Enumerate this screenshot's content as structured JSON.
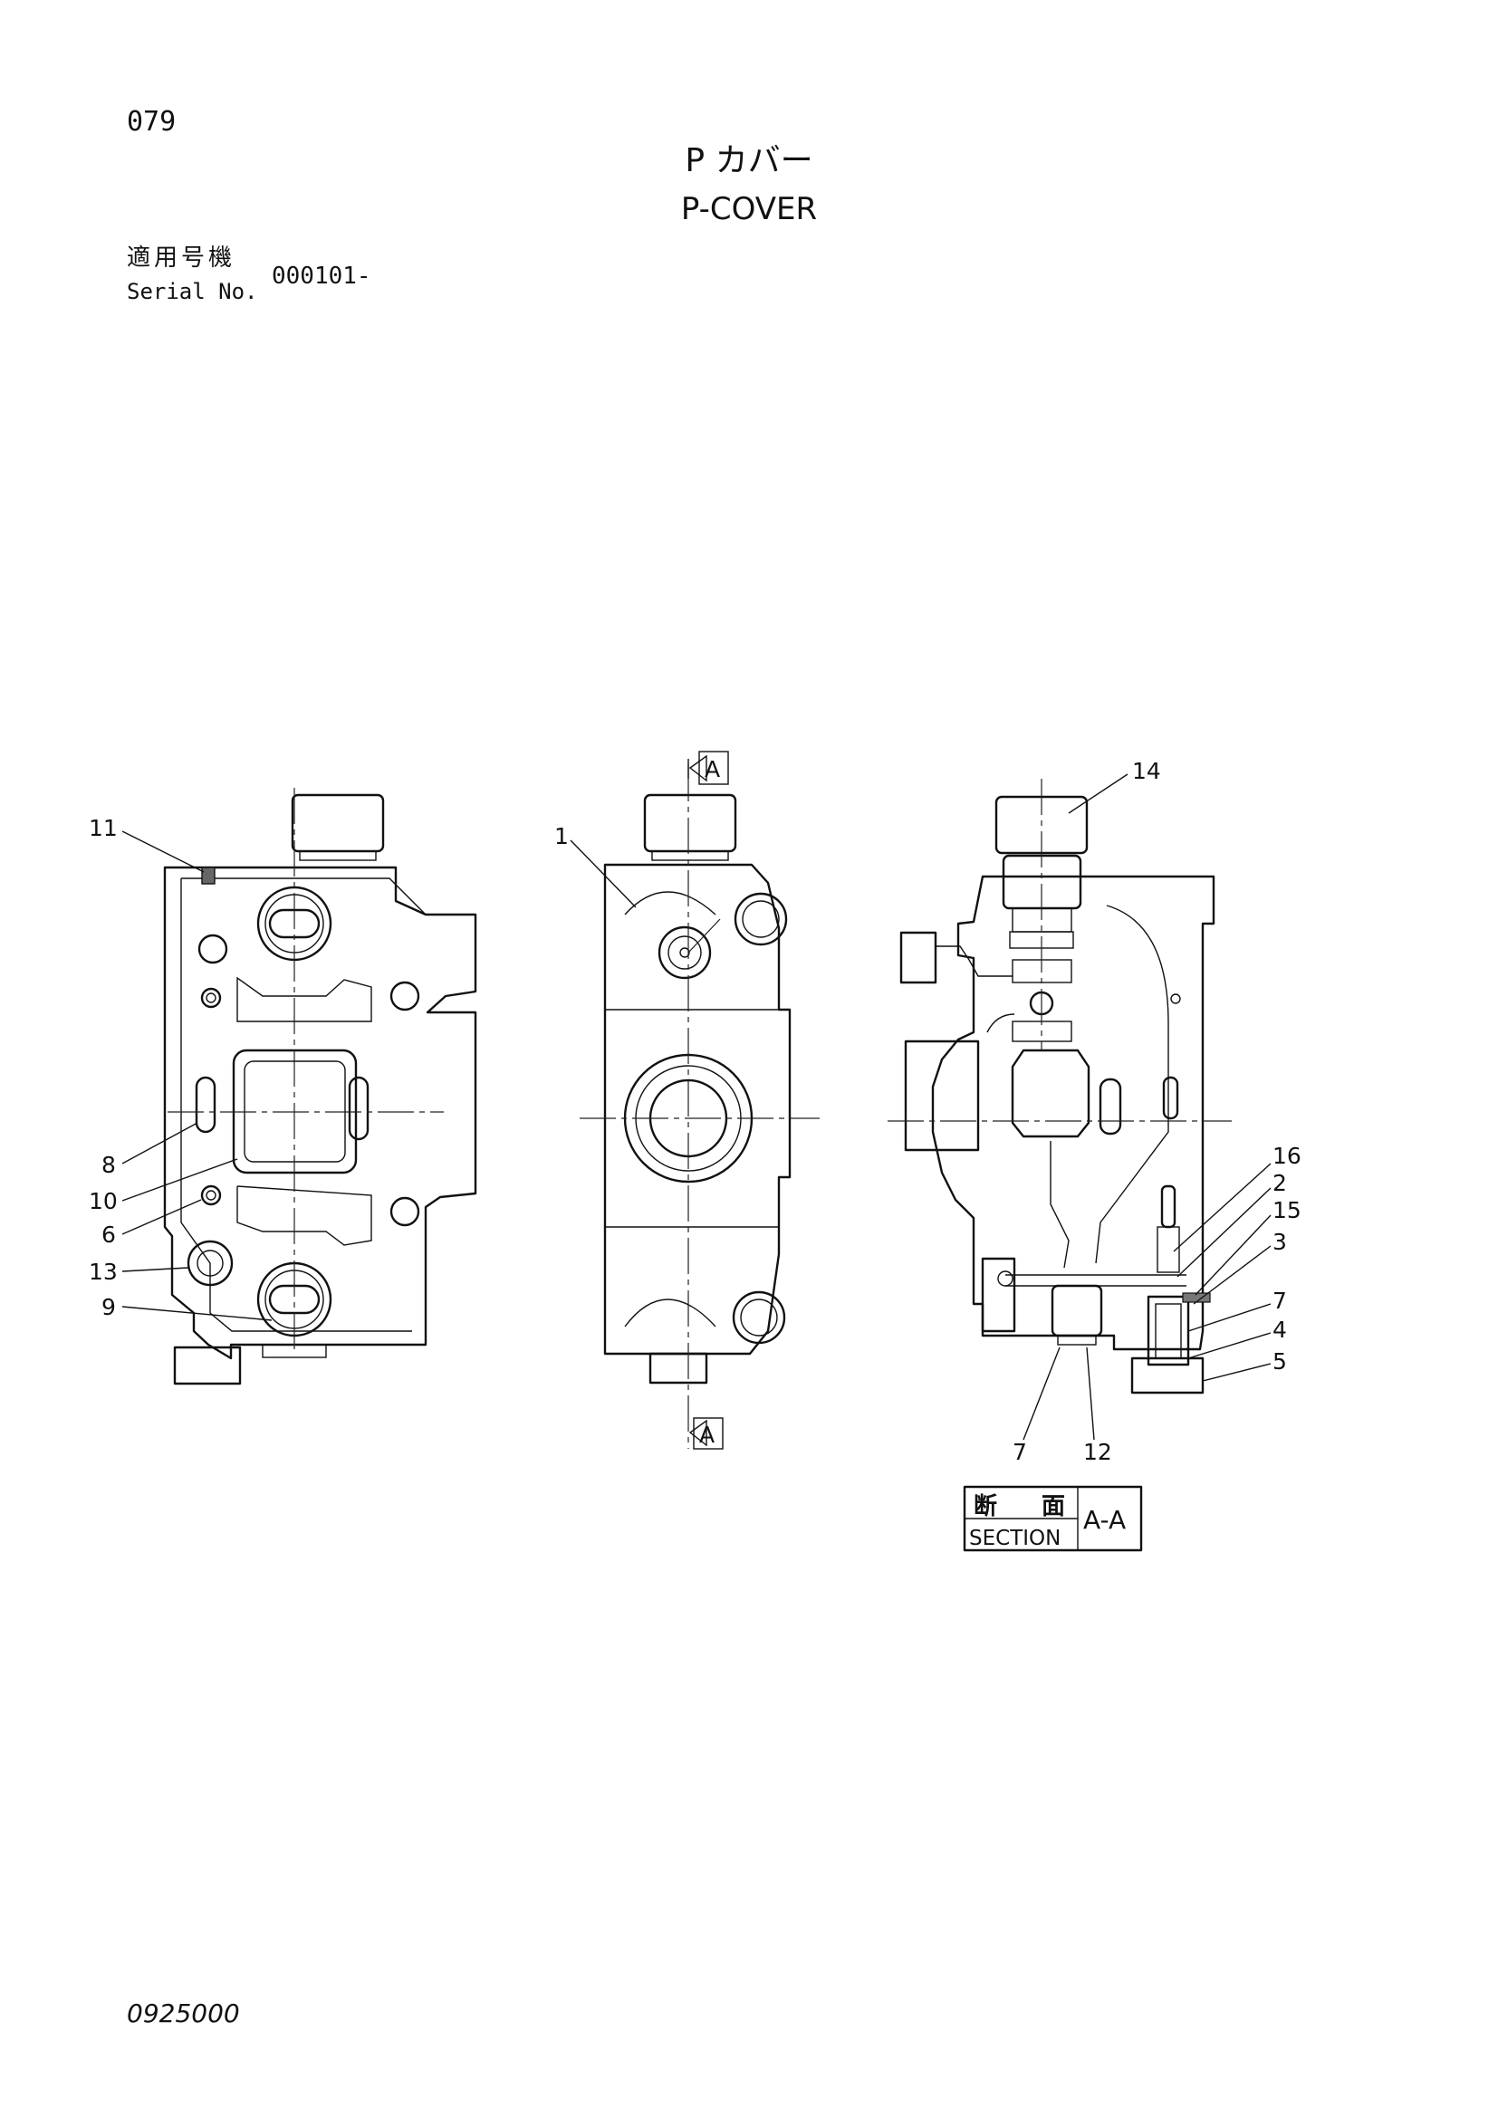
{
  "header": {
    "page_number": "079",
    "title_jp": "P カバー",
    "title_en": "P-COVER",
    "serial_label_jp": "適用号機",
    "serial_label_en": "Serial No.",
    "serial_value": "000101-"
  },
  "diagram": {
    "left_view_callouts": [
      "11",
      "8",
      "10",
      "6",
      "13",
      "9"
    ],
    "front_view_callouts": [
      "1"
    ],
    "section_marks": [
      "A",
      "A"
    ],
    "section_view_callouts": [
      "14",
      "16",
      "2",
      "15",
      "3",
      "7",
      "4",
      "5",
      "7",
      "12"
    ],
    "section_title": {
      "jp_1": "断",
      "jp_2": "面",
      "en": "SECTION",
      "id": "A-A"
    }
  },
  "footer": {
    "doc_code": "0925000"
  }
}
